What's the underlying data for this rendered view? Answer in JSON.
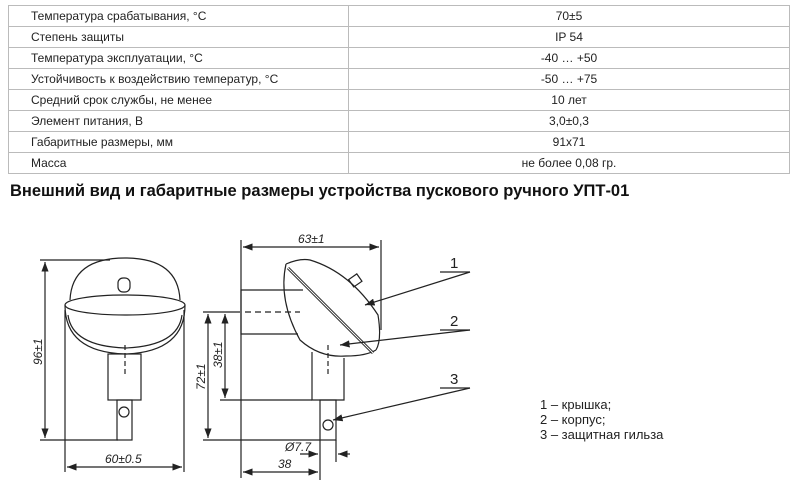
{
  "specs": [
    {
      "label": "Температура срабатывания, °C",
      "value": "70±5"
    },
    {
      "label": "Степень защиты",
      "value": "IP 54"
    },
    {
      "label": "Температура  эксплуатации, °C",
      "value": "-40 … +50"
    },
    {
      "label": "Устойчивость к воздействию температур, °C",
      "value": "-50 … +75"
    },
    {
      "label": "Средний  срок службы, не менее",
      "value": "10 лет"
    },
    {
      "label": "Элемент питания, В",
      "value": "3,0±0,3"
    },
    {
      "label": "Габаритные размеры, мм",
      "value": "91x71"
    },
    {
      "label": "Масса",
      "value": "не более 0,08 гр."
    }
  ],
  "title": "Внешний вид и габаритные размеры устройства пускового ручного УПТ-01",
  "drawing": {
    "dim_height": "96±1",
    "dim_width": "60±0.5",
    "dim_top": "63±1",
    "dim_38": "38±1",
    "dim_72": "72±1",
    "dim_diam": "Ø7.7",
    "dim_38b": "38",
    "callouts": [
      "1",
      "2",
      "3"
    ]
  },
  "legend": [
    "1 – крышка;",
    "2 – корпус;",
    "3 – защитная гильза"
  ]
}
